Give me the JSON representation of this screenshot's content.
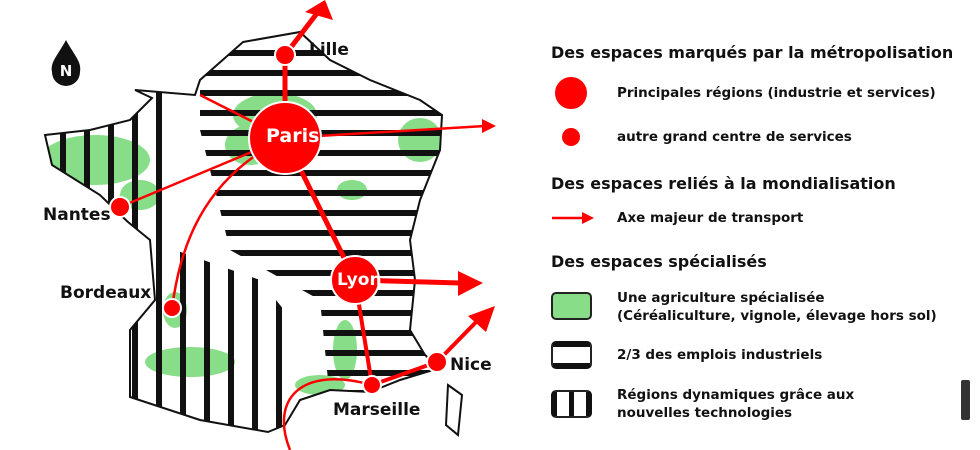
{
  "map": {
    "cities": {
      "paris": "Paris",
      "lille": "Lille",
      "nantes": "Nantes",
      "bordeaux": "Bordeaux",
      "lyon": "Lyon",
      "marseille": "Marseille",
      "nice": "Nice"
    },
    "north_symbol": "N"
  },
  "legend": {
    "section1_title": "Des espaces marqués par la métropolisation",
    "major_regions": "Principales régions (industrie et services)",
    "other_centre": "autre grand centre de services",
    "section2_title": "Des espaces reliés à la mondialisation",
    "transport_axis": "Axe majeur de transport",
    "section3_title": "Des espaces spécialisés",
    "agriculture_line1": "Une agriculture spécialisée",
    "agriculture_line2": "(Céréaliculture, vignole, élevage hors sol)",
    "industry": "2/3 des emplois industriels",
    "tech_line1": "Régions dynamiques grâce aux",
    "tech_line2": "nouvelles technologies"
  },
  "colors": {
    "red": "#ff0000",
    "green": "#88dd88",
    "black": "#111111"
  }
}
